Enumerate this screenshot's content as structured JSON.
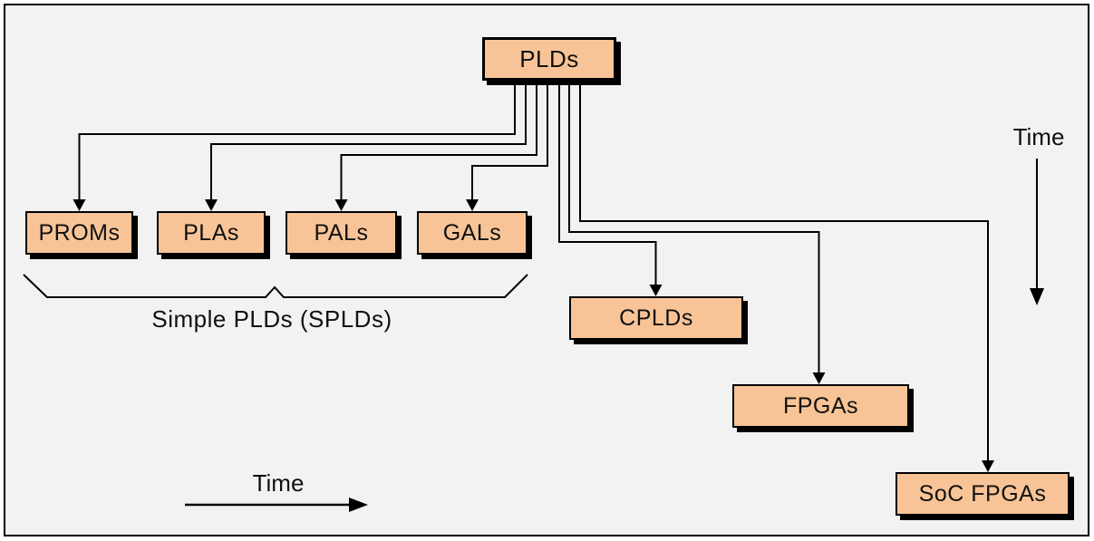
{
  "nodes": {
    "plds": {
      "label": "PLDs"
    },
    "proms": {
      "label": "PROMs"
    },
    "plas": {
      "label": "PLAs"
    },
    "pals": {
      "label": "PALs"
    },
    "gals": {
      "label": "GALs"
    },
    "cplds": {
      "label": "CPLDs"
    },
    "fpgas": {
      "label": "FPGAs"
    },
    "soc_fpgas": {
      "label": "SoC FPGAs"
    }
  },
  "annotations": {
    "spld_group_label": "Simple PLDs (SPLDs)",
    "time_vertical": "Time",
    "time_horizontal": "Time"
  },
  "colors": {
    "node_fill": "#f8c497",
    "node_border": "#000000",
    "node_shadow": "#000000",
    "line": "#000000",
    "background": "#f2f2f2",
    "frame_border": "#000000"
  }
}
